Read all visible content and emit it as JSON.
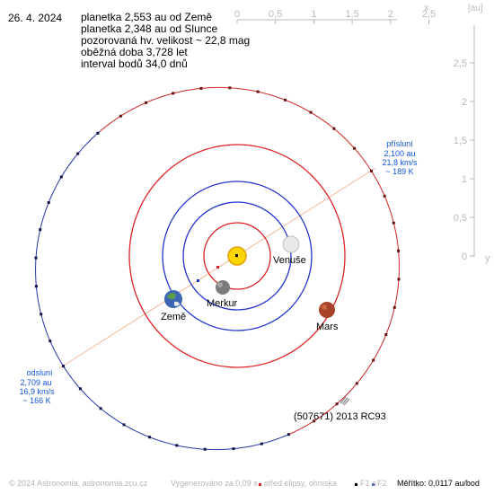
{
  "date": "26. 4. 2024",
  "info_lines": [
    "planetka 2,553 au od Země",
    "planetka 2,348 au od Slunce",
    "pozorovaná hv. velikost ~ 22,8 mag",
    "oběžná doba 3,728 let",
    "interval bodů 34,0 dnů"
  ],
  "axes": {
    "x_ticks": [
      "0",
      "0,5",
      "1",
      "1,5",
      "2",
      "2,5"
    ],
    "y_ticks": [
      "2,5",
      "2",
      "1,5",
      "1",
      "0,5",
      "0"
    ],
    "x_label": "x",
    "y_label": "y",
    "unit": "[au]"
  },
  "perihelion": {
    "title": "přísluní",
    "distance": "2,100 au",
    "speed": "21,8 km/s",
    "temperature": "~ 189 K"
  },
  "aphelion": {
    "title": "odsluní",
    "distance": "2,709 au",
    "speed": "16,9 km/s",
    "temperature": "~ 166 K"
  },
  "bodies": {
    "sun": "",
    "mercury": "Merkur",
    "venus": "Venuše",
    "earth": "Země",
    "mars": "Mars",
    "asteroid": "(507671) 2013 RC93"
  },
  "footer": {
    "copyright": "© 2024 Astronomia, astronomia.zcu.cz",
    "generated": "Vygenerováno za 0,09 s",
    "legend_center": "střed elipsy, ohniska",
    "legend_f1": "F1 a",
    "legend_f2": "F2",
    "scale": "Měřítko: 0,0117 au/bod"
  },
  "colors": {
    "inner_orbit": "#dd2222",
    "outer_orbit": "#2233cc",
    "asteroid_orbit": "#cc2222",
    "asteroid_orbit_far": "#2233aa",
    "apsis_line": "#f4b89a",
    "label_blue": "#1155dd",
    "axis_gray": "#b9b9b9"
  }
}
